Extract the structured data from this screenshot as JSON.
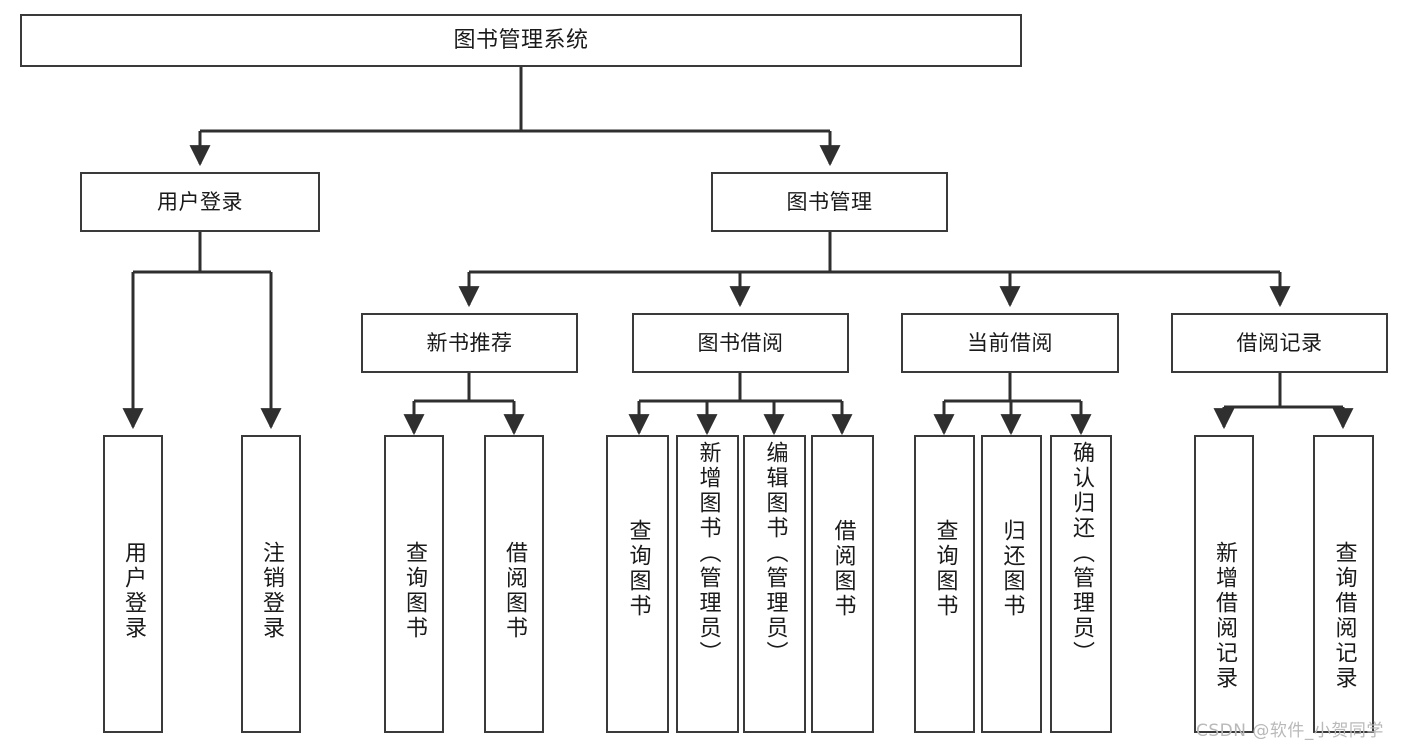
{
  "diagram": {
    "title": "图书管理系统",
    "type": "tree-hierarchy-chart",
    "nodes": {
      "root": {
        "label": "图书管理系统"
      },
      "level2": [
        {
          "id": "user-login",
          "label": "用户登录"
        },
        {
          "id": "book-manage",
          "label": "图书管理"
        }
      ],
      "level3": [
        {
          "id": "new-book-recommend",
          "label": "新书推荐"
        },
        {
          "id": "book-borrow",
          "label": "图书借阅"
        },
        {
          "id": "current-borrow",
          "label": "当前借阅"
        },
        {
          "id": "borrow-record",
          "label": "借阅记录"
        }
      ],
      "leaves": {
        "user-login": [
          {
            "id": "leaf-user-login",
            "label": "用户登录"
          },
          {
            "id": "leaf-logout",
            "label": "注销登录"
          }
        ],
        "new-book-recommend": [
          {
            "id": "leaf-query-book-1",
            "label": "查询图书"
          },
          {
            "id": "leaf-borrow-book-1",
            "label": "借阅图书"
          }
        ],
        "book-borrow": [
          {
            "id": "leaf-query-book-2",
            "label": "查询图书"
          },
          {
            "id": "leaf-add-book",
            "label": "新增图书（管理员）"
          },
          {
            "id": "leaf-edit-book",
            "label": "编辑图书（管理员）"
          },
          {
            "id": "leaf-borrow-book-2",
            "label": "借阅图书"
          }
        ],
        "current-borrow": [
          {
            "id": "leaf-query-book-3",
            "label": "查询图书"
          },
          {
            "id": "leaf-return-book",
            "label": "归还图书"
          },
          {
            "id": "leaf-confirm-return",
            "label": "确认归还（管理员）"
          }
        ],
        "borrow-record": [
          {
            "id": "leaf-add-record",
            "label": "新增借阅记录"
          },
          {
            "id": "leaf-query-record",
            "label": "查询借阅记录"
          }
        ]
      }
    },
    "watermark": "CSDN @软件_小贺同学",
    "colors": {
      "box_border": "#3a3a3a",
      "box_fill": "#ffffff",
      "connector": "#2f2f2f",
      "text": "#1a1a1a",
      "watermark": "#b9b9b9",
      "background": "#ffffff"
    }
  }
}
